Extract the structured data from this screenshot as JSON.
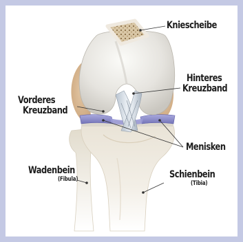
{
  "labels": {
    "kniescheibe": "Kniescheibe",
    "hinteres_kreuzband_1": "Hinteres",
    "hinteres_kreuzband_2": "Kreuzband",
    "vorderes_kreuzband_1": "Vorderes",
    "vorderes_kreuzband_2": "Kreuzband",
    "menisken": "Menisken",
    "wadenbein": "Wadenbein",
    "wadenbein_latin": "(Fibula)",
    "schienbein": "Schienbein",
    "schienbein_latin": "(Tibia)"
  },
  "colors": {
    "frame": "#c4c9e4",
    "bone": "#eceae6",
    "cartilage": "#d8d8d4",
    "meniscus": "#8c8ccc",
    "ligament": "#c9d3dd",
    "tissue": "#d4ad82",
    "leader": "#333333"
  }
}
